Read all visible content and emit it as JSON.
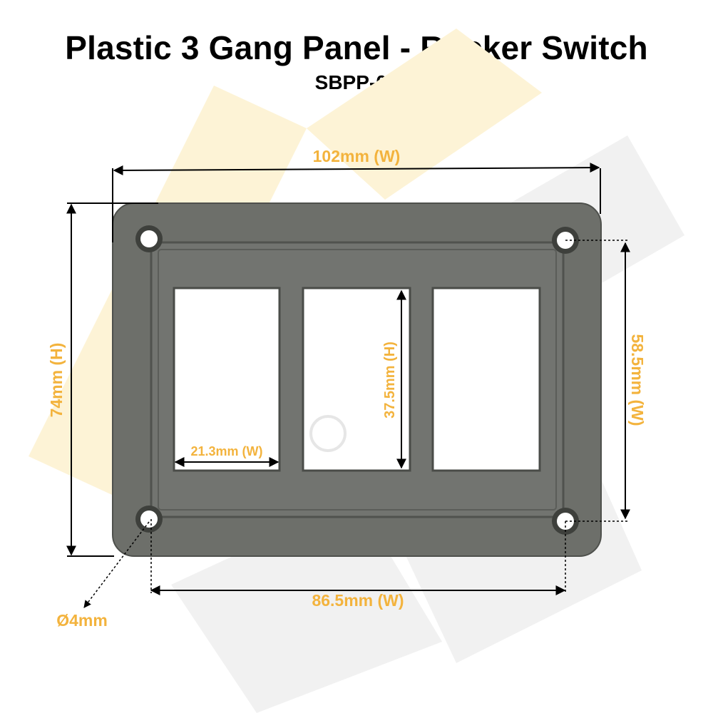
{
  "header": {
    "title": "Plastic 3 Gang Panel - Rocker Switch",
    "subtitle": "SBPP-03"
  },
  "dimensions": {
    "overall_width": "102mm (W)",
    "overall_height": "74mm (H)",
    "hole_vertical_spacing": "58.5mm (W)",
    "hole_horizontal_spacing": "86.5mm (W)",
    "cutout_width": "21.3mm (W)",
    "cutout_height": "37.5mm (H)",
    "hole_diameter": "Ø4mm"
  },
  "colors": {
    "panel": "#6f716c",
    "dimension_text": "#f3b33d",
    "watermark_yellow": "#fdf1cf",
    "watermark_gray": "#eeeeee"
  }
}
